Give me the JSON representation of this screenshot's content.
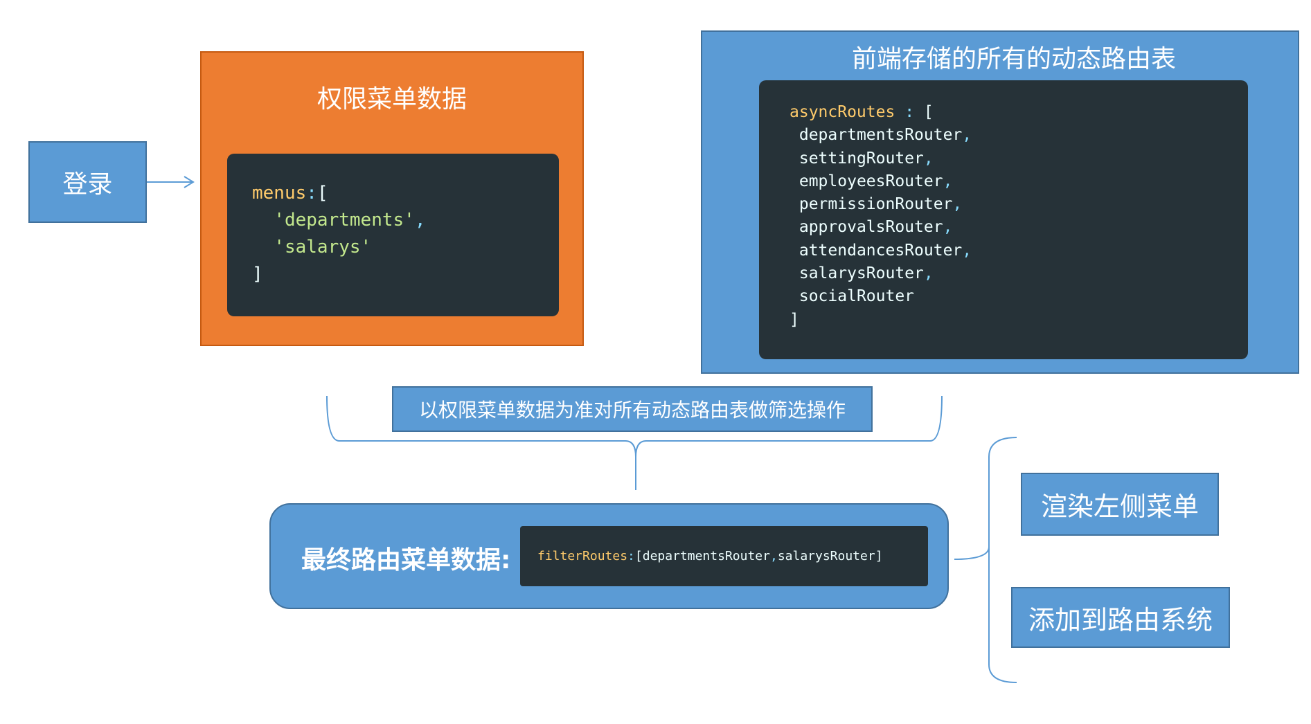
{
  "login": {
    "label": "登录"
  },
  "permission_panel": {
    "title": "权限菜单数据",
    "code": {
      "key": "menus",
      "items": [
        "'departments'",
        "'salarys'"
      ]
    }
  },
  "routes_panel": {
    "title": "前端存储的所有的动态路由表",
    "code": {
      "key": "asyncRoutes",
      "items": [
        "departmentsRouter",
        "settingRouter",
        "employeesRouter",
        "permissionRouter",
        "approvalsRouter",
        "attendancesRouter",
        "salarysRouter",
        "socialRouter"
      ]
    }
  },
  "filter_caption": "以权限菜单数据为准对所有动态路由表做筛选操作",
  "final_panel": {
    "label": "最终路由菜单数据:",
    "code": {
      "key": "filterRoutes",
      "items": [
        "departmentsRouter",
        "salarysRouter"
      ]
    }
  },
  "actions": {
    "render_menu": "渲染左侧菜单",
    "add_routes": "添加到路由系统"
  },
  "colors": {
    "box_blue": "#5b9bd5",
    "border_blue": "#41719c",
    "orange": "#ed7d31",
    "code_bg": "#263238",
    "code_key": "#ffcb6b",
    "code_string": "#c3e88d",
    "code_punct": "#89ddff"
  }
}
